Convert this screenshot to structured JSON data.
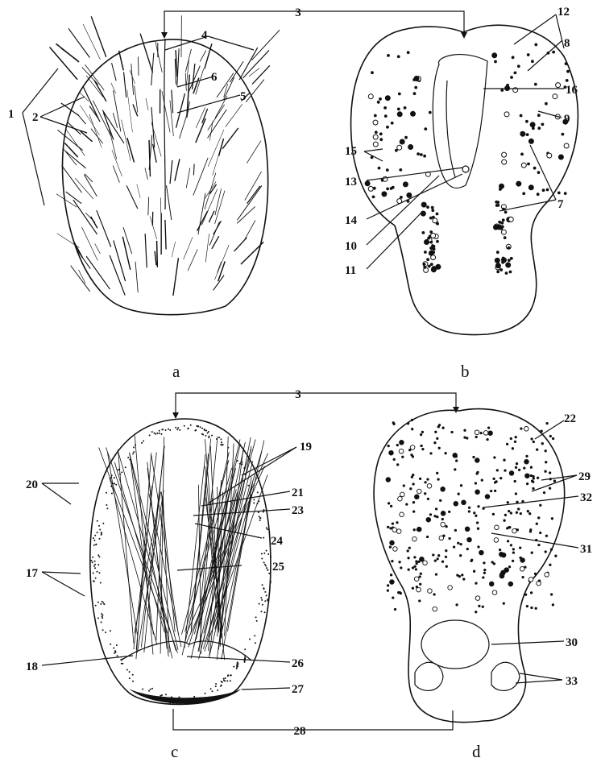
{
  "panels": [
    {
      "id": "a",
      "label": "a"
    },
    {
      "id": "b",
      "label": "b"
    },
    {
      "id": "c",
      "label": "c"
    },
    {
      "id": "d",
      "label": "d"
    }
  ],
  "callouts": {
    "a": [
      "1",
      "2",
      "4",
      "5",
      "6"
    ],
    "b": [
      "12",
      "8",
      "16",
      "9",
      "7",
      "15",
      "13",
      "14",
      "10",
      "11"
    ],
    "top": [
      "3"
    ],
    "c": [
      "19",
      "20",
      "17",
      "18",
      "21",
      "23",
      "24",
      "25",
      "26",
      "27"
    ],
    "d": [
      "22",
      "29",
      "32",
      "31",
      "30",
      "33"
    ],
    "bottom": [
      "28"
    ]
  },
  "colors": {
    "ink": "#111111",
    "paper": "#ffffff"
  }
}
